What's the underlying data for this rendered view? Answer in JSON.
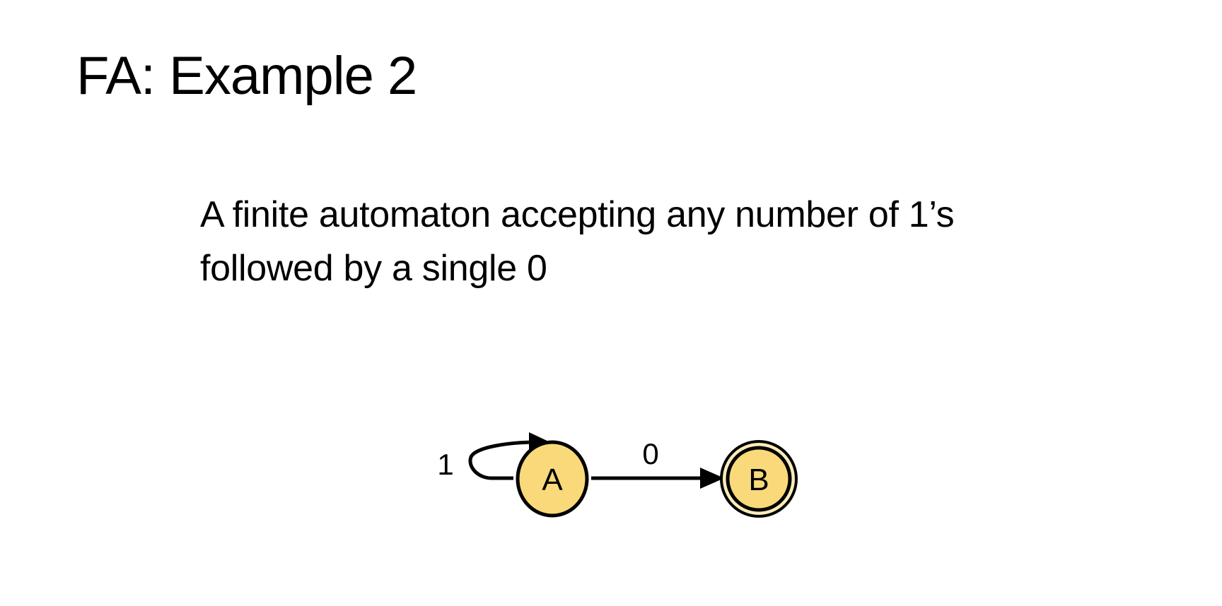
{
  "slide": {
    "title": "FA: Example 2",
    "body_lines": [
      "A finite automaton accepting any number of 1’s",
      "followed by a single 0"
    ]
  },
  "automaton": {
    "states": [
      {
        "id": "A",
        "label": "A",
        "initial": false,
        "accepting": false
      },
      {
        "id": "B",
        "label": "B",
        "initial": false,
        "accepting": true
      }
    ],
    "transitions": [
      {
        "from": "A",
        "to": "A",
        "label": "1"
      },
      {
        "from": "A",
        "to": "B",
        "label": "0"
      }
    ],
    "colors": {
      "state_fill": "#F9D97A",
      "stroke": "#000000",
      "text": "#000000"
    }
  }
}
